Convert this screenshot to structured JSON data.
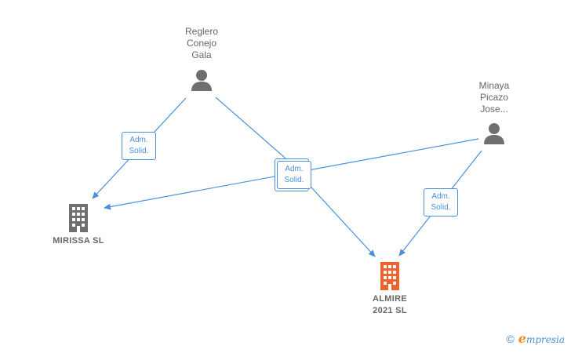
{
  "nodes": {
    "person_1": {
      "name": "Reglero Conejo Gala",
      "lines": [
        "Reglero",
        "Conejo",
        "Gala"
      ],
      "icon": "person-icon",
      "color": "#6f6f6f"
    },
    "person_2": {
      "name": "Minaya Picazo Jose...",
      "lines": [
        "Minaya",
        "Picazo",
        "Jose..."
      ],
      "icon": "person-icon",
      "color": "#6f6f6f"
    },
    "company_1": {
      "name": "MIRISSA SL",
      "lines": [
        "MIRISSA  SL"
      ],
      "icon": "building-icon",
      "color": "#6f6f6f"
    },
    "company_2": {
      "name": "ALMIRE 2021 SL",
      "lines": [
        "ALMIRE",
        "2021  SL"
      ],
      "icon": "building-icon",
      "color": "#f0622d"
    }
  },
  "edges": [
    {
      "from": "person_1",
      "to": "company_1",
      "label": [
        "Adm.",
        "Solid."
      ]
    },
    {
      "from": "person_1",
      "to": "company_2",
      "label": [
        "Adm.",
        "Solid."
      ]
    },
    {
      "from": "person_2",
      "to": "company_1",
      "label": [
        "Adm.",
        "Solid."
      ]
    },
    {
      "from": "person_2",
      "to": "company_2",
      "label": [
        "Adm.",
        "Solid."
      ]
    }
  ],
  "colors": {
    "edge": "#4a90d9",
    "label_text": "#666666",
    "brand_orange": "#f08c1c"
  },
  "brand": {
    "copyright": "©",
    "e": "e",
    "rest": "mpresia"
  }
}
